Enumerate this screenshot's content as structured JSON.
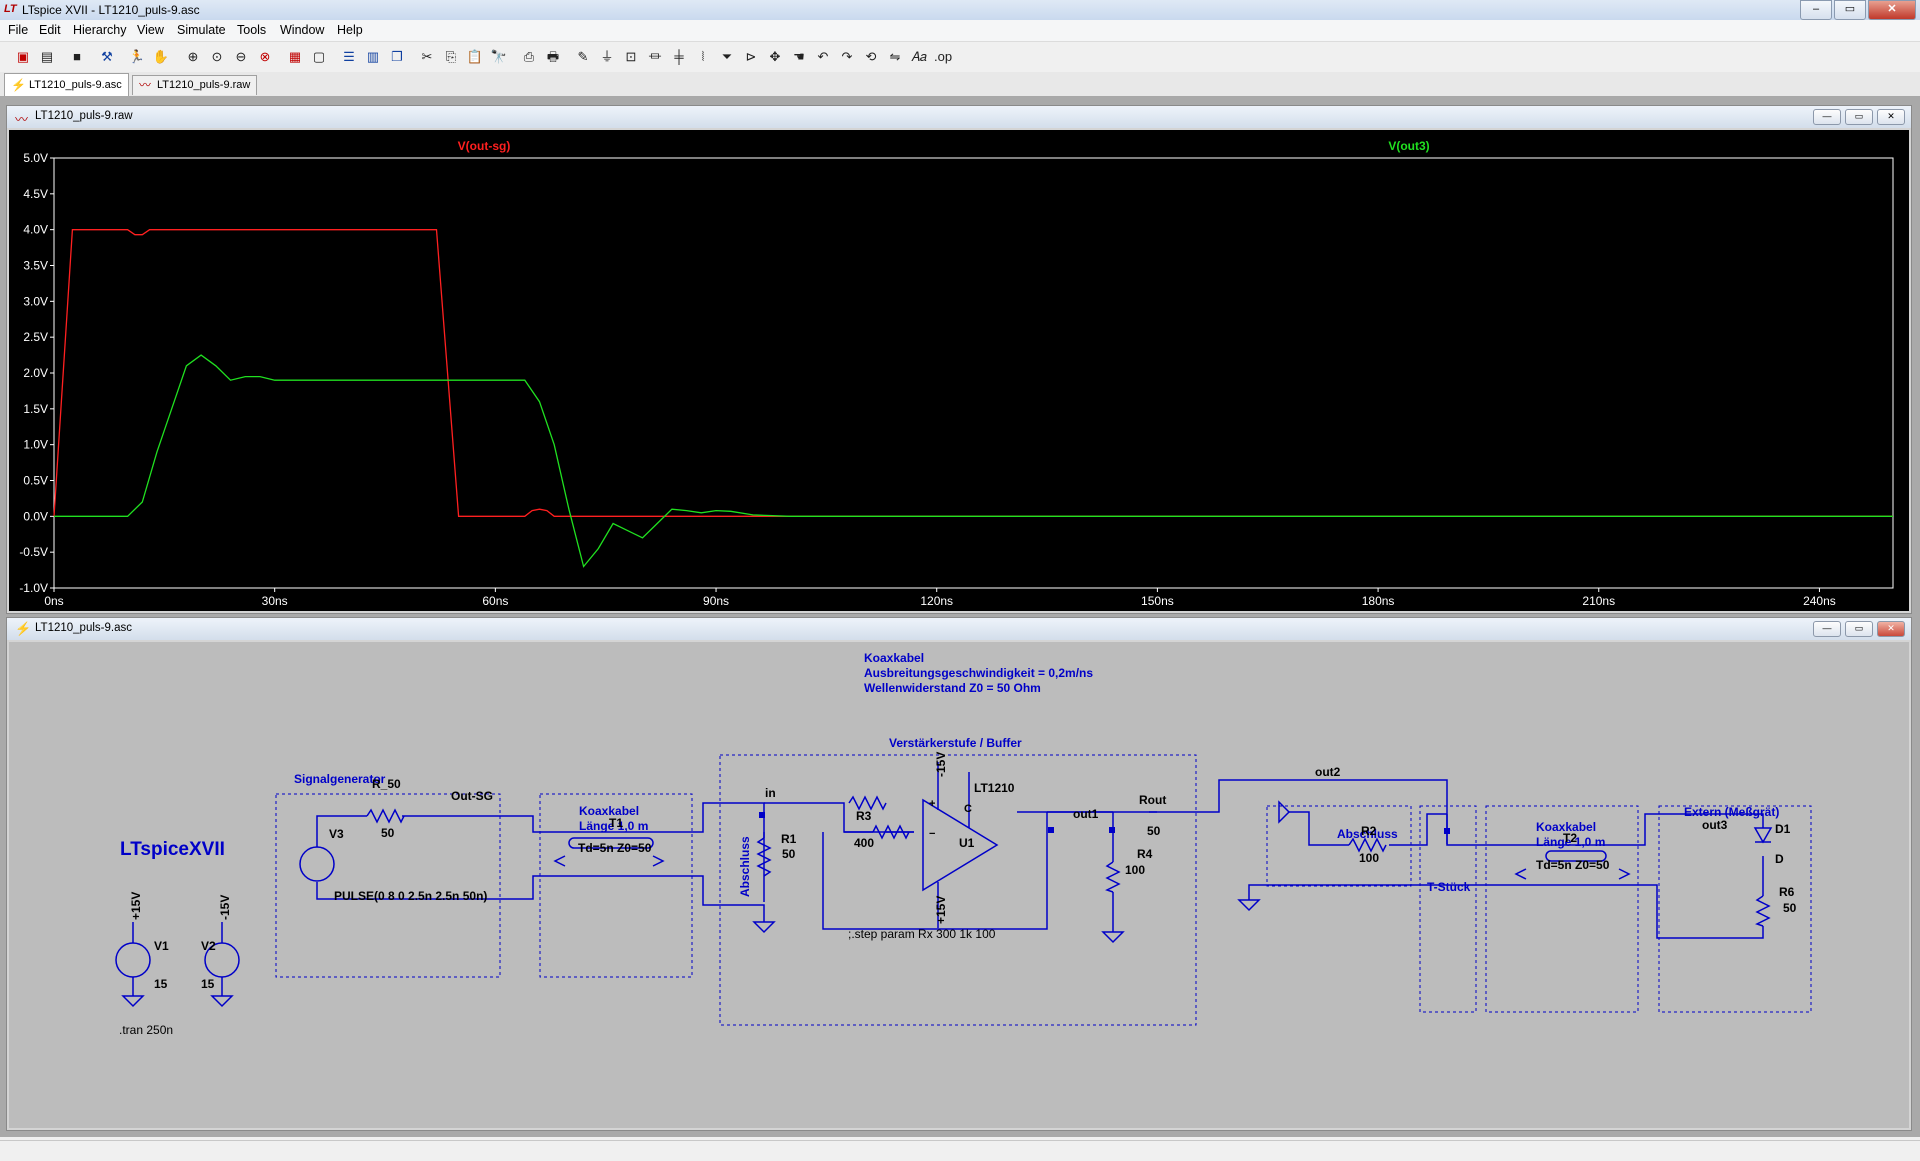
{
  "window": {
    "title": "LTspice XVII - LT1210_puls-9.asc",
    "logo": "LT"
  },
  "menu": [
    "File",
    "Edit",
    "Hierarchy",
    "View",
    "Simulate",
    "Tools",
    "Window",
    "Help"
  ],
  "tabs": [
    {
      "label": "LT1210_puls-9.asc",
      "icon": "schematic-icon",
      "active": true
    },
    {
      "label": "LT1210_puls-9.raw",
      "icon": "waveform-icon",
      "active": false
    }
  ],
  "waveform_window": {
    "title": "LT1210_puls-9.raw"
  },
  "schematic_window": {
    "title": "LT1210_puls-9.asc"
  },
  "chart_data": {
    "type": "line",
    "xlabel": "",
    "ylabel": "",
    "x_unit": "ns",
    "xlim": [
      0,
      250
    ],
    "ylim": [
      -1.0,
      5.0
    ],
    "yticks": [
      5.0,
      4.5,
      4.0,
      3.5,
      3.0,
      2.5,
      2.0,
      1.5,
      1.0,
      0.5,
      0.0,
      -0.5,
      -1.0
    ],
    "ytick_labels": [
      "5.0V",
      "4.5V",
      "4.0V",
      "3.5V",
      "3.0V",
      "2.5V",
      "2.0V",
      "1.5V",
      "1.0V",
      "0.5V",
      "0.0V",
      "-0.5V",
      "-1.0V"
    ],
    "xticks": [
      0,
      30,
      60,
      90,
      120,
      150,
      180,
      210,
      240
    ],
    "xtick_labels": [
      "0ns",
      "30ns",
      "60ns",
      "90ns",
      "120ns",
      "150ns",
      "180ns",
      "210ns",
      "240ns"
    ],
    "grid": false,
    "background": "#000000",
    "series": [
      {
        "name": "V(out-sg)",
        "color": "#ff2020",
        "x": [
          0,
          2.5,
          10,
          11,
          12,
          13,
          14,
          52,
          55,
          64,
          65,
          66,
          67,
          68,
          70,
          80,
          250
        ],
        "y": [
          0,
          4.0,
          4.0,
          3.93,
          3.93,
          4.0,
          4.0,
          4.0,
          0,
          0,
          0.08,
          0.1,
          0.08,
          0,
          0,
          0,
          0
        ]
      },
      {
        "name": "V(out3)",
        "color": "#20e020",
        "x": [
          0,
          5,
          10,
          12,
          14,
          16,
          18,
          20,
          22,
          24,
          26,
          28,
          30,
          35,
          40,
          45,
          50,
          55,
          60,
          64,
          66,
          68,
          70,
          72,
          74,
          76,
          78,
          80,
          82,
          84,
          86,
          88,
          90,
          92,
          95,
          100,
          250
        ],
        "y": [
          0,
          0,
          0,
          0.2,
          0.9,
          1.5,
          2.1,
          2.25,
          2.1,
          1.9,
          1.95,
          1.95,
          1.9,
          1.9,
          1.9,
          1.9,
          1.9,
          1.9,
          1.9,
          1.9,
          1.6,
          1.0,
          0.1,
          -0.7,
          -0.45,
          -0.1,
          -0.2,
          -0.3,
          -0.1,
          0.1,
          0.08,
          0.05,
          0.08,
          0.07,
          0.02,
          0,
          0
        ]
      }
    ]
  },
  "schematic": {
    "labels": {
      "brand": "LTspiceXVII",
      "coax_title": "Koaxkabel",
      "coax_speed": "Ausbreitungsgeschwindigkeit = 0,2m/ns",
      "coax_impedance": "Wellenwiderstand Z0 = 50 Ohm",
      "amp_stage": "Verstärkerstufe / Buffer",
      "signalgen": "Signalgenerator",
      "coax1_title": "Koaxkabel",
      "coax1_len": "Länge 1,0 m",
      "coax2_title": "Koaxkabel",
      "coax2_len": "Länge 1,0 m",
      "abschluss_v": "Abschluss",
      "abschluss2": "Abschluss",
      "tstueck": "T-Stück",
      "extern": "Extern (Meßgrät)",
      "step": ";.step param Rx 300 1k 100",
      "tran": ".tran 250n",
      "pulse": "PULSE(0 8 0 2.5n 2.5n 50n)"
    },
    "parts": {
      "r50": {
        "name": "R_50",
        "value": "50"
      },
      "v3": {
        "name": "V3"
      },
      "t1": {
        "name": "T1",
        "params": "Td=5n Z0=50"
      },
      "r1": {
        "name": "R1",
        "value": "50"
      },
      "r3": {
        "name": "R3",
        "value": "400"
      },
      "u1": {
        "name": "U1",
        "model": "LT1210",
        "vpos": "+15V",
        "vneg": "-15V"
      },
      "r4": {
        "name": "R4",
        "value": "100"
      },
      "rout": {
        "name": "Rout",
        "value": "50"
      },
      "r2": {
        "name": "R2",
        "value": "100"
      },
      "t2": {
        "name": "T2",
        "params": "Td=5n Z0=50"
      },
      "d1": {
        "name": "D1",
        "value": "D"
      },
      "r6": {
        "name": "R6",
        "value": "50"
      },
      "v1": {
        "name": "V1",
        "value": "15",
        "net": "+15V"
      },
      "v2": {
        "name": "V2",
        "value": "15",
        "net": "-15V"
      }
    },
    "nets": {
      "out_sg": "Out-SG",
      "in": "in",
      "out1": "out1",
      "out2": "out2",
      "out3": "out3"
    },
    "u1_pins": {
      "plus": "+",
      "minus": "−",
      "c": "C"
    }
  }
}
